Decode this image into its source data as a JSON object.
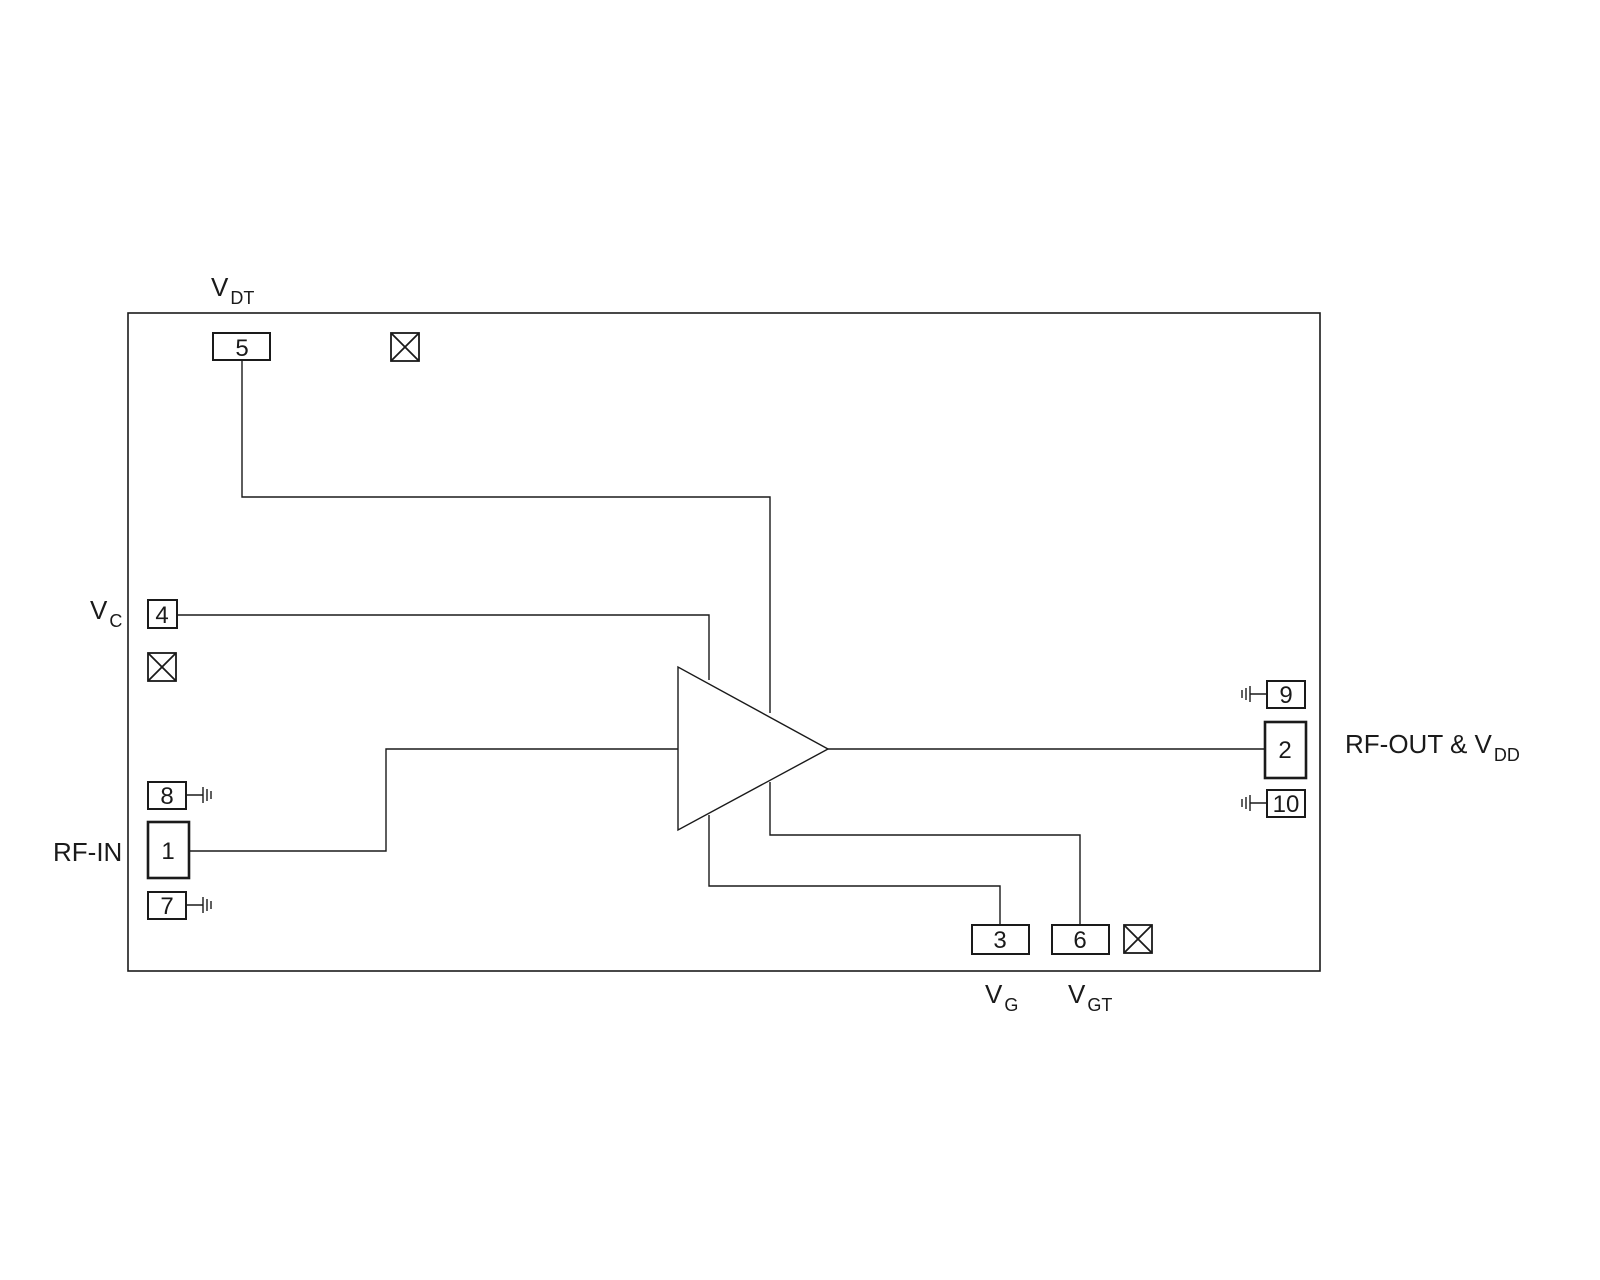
{
  "pins": {
    "p1": "1",
    "p2": "2",
    "p3": "3",
    "p4": "4",
    "p5": "5",
    "p6": "6",
    "p7": "7",
    "p8": "8",
    "p9": "9",
    "p10": "10"
  },
  "labels": {
    "vdt": {
      "main": "V",
      "sub": "DT"
    },
    "vc": {
      "main": "V",
      "sub": "C"
    },
    "rf_in": "RF-IN",
    "rf_out": {
      "main": "RF-OUT & V",
      "sub": "DD"
    },
    "vg": {
      "main": "V",
      "sub": "G"
    },
    "vgt": {
      "main": "V",
      "sub": "GT"
    }
  }
}
